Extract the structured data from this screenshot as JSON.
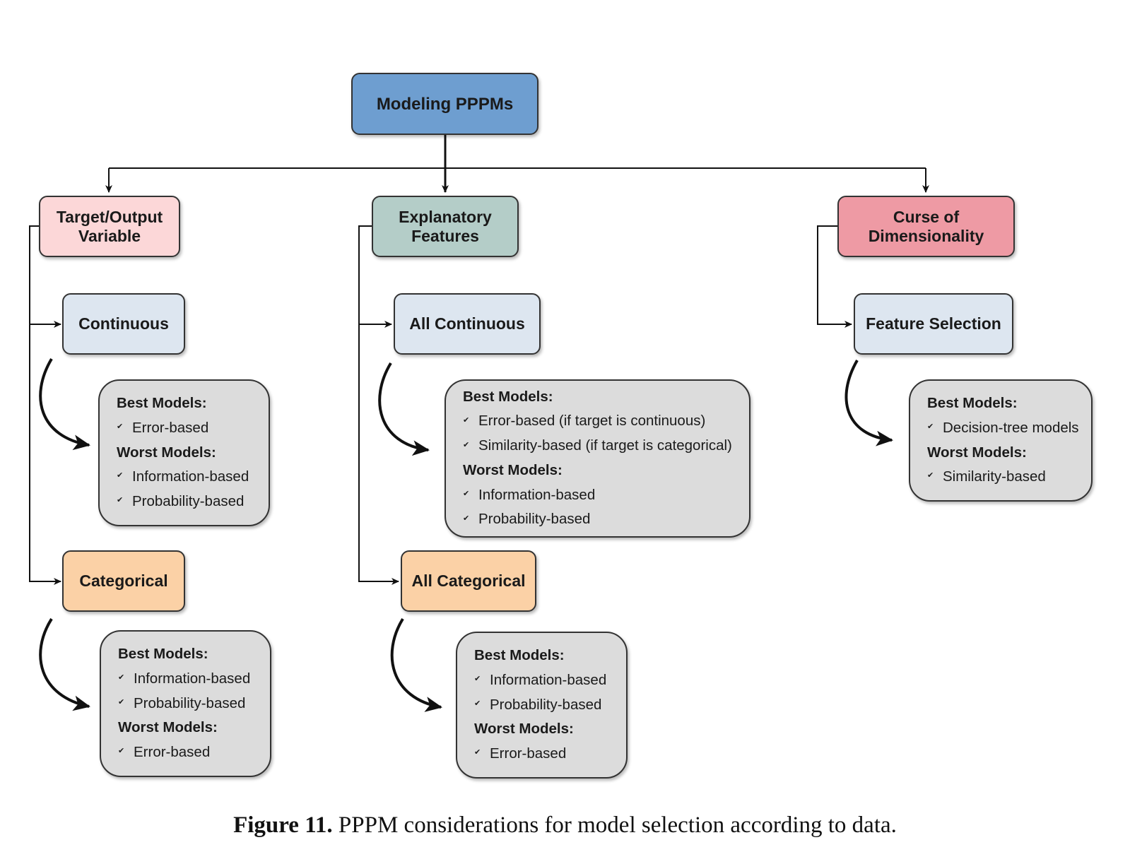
{
  "colors": {
    "root": "#6e9ed0",
    "target": "#fcd7d8",
    "features": "#b4cdc8",
    "curse": "#ee9aa4",
    "continuous": "#dde6f0",
    "categorical": "#fbd1a6",
    "list_box": "#dcdcdc",
    "line": "#111111"
  },
  "nodes": {
    "root": "Modeling PPPMs",
    "target": "Target/Output\nVariable",
    "features": "Explanatory\nFeatures",
    "curse": "Curse of\nDimensionality",
    "continuous": "Continuous",
    "categorical": "Categorical",
    "all_continuous": "All Continuous",
    "all_categorical": "All Categorical",
    "feature_selection": "Feature Selection"
  },
  "labels": {
    "best": "Best Models:",
    "worst": "Worst Models:"
  },
  "check_icon": "checkmark-icon",
  "boxes": {
    "continuous": {
      "best": [
        "Error-based"
      ],
      "worst": [
        "Information-based",
        "Probability-based"
      ]
    },
    "categorical": {
      "best": [
        "Information-based",
        "Probability-based"
      ],
      "worst": [
        "Error-based"
      ]
    },
    "all_continuous": {
      "best": [
        "Error-based (if target is continuous)",
        "Similarity-based (if target is categorical)"
      ],
      "worst": [
        "Information-based",
        "Probability-based"
      ]
    },
    "all_categorical": {
      "best": [
        "Information-based",
        "Probability-based"
      ],
      "worst": [
        "Error-based"
      ]
    },
    "feature_selection": {
      "best": [
        "Decision-tree models"
      ],
      "worst": [
        "Similarity-based"
      ]
    }
  },
  "caption": {
    "figure": "Figure 11.",
    "text": "PPPM considerations for model selection according to data."
  }
}
